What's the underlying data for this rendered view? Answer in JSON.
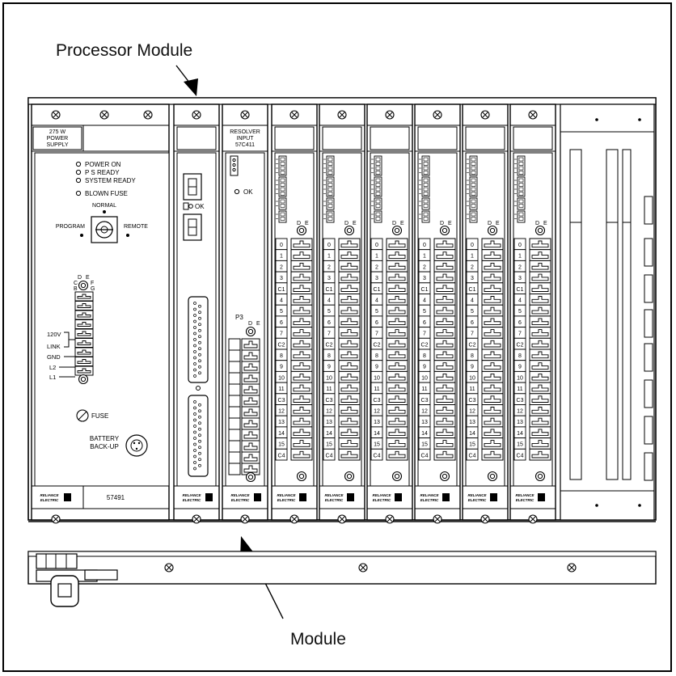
{
  "callouts": {
    "processor_module": "Processor Module",
    "module": "Module"
  },
  "power_supply": {
    "title_line1": "275 W",
    "title_line2": "POWER",
    "title_line3": "SUPPLY",
    "indicators": [
      "POWER ON",
      "P S READY",
      "SYSTEM READY",
      "BLOWN FUSE"
    ],
    "key_normal": "NORMAL",
    "key_program": "PROGRAM",
    "key_remote": "REMOTE",
    "terminal_top": {
      "d": "D",
      "e": "E",
      "c": "C",
      "f": "F",
      "b": "B",
      "g": "G"
    },
    "terminal_labels": [
      "120V",
      "LINK",
      "GND",
      "L2",
      "L1"
    ],
    "fuse": "FUSE",
    "battery_line1": "BATTERY",
    "battery_line2": "BACK-UP",
    "part_number": "57491"
  },
  "processor": {
    "ok": "OK"
  },
  "resolver": {
    "title_line1": "RESOLVER",
    "title_line2": "INPUT",
    "title_line3": "57C411",
    "ok": "OK",
    "connector": "P3",
    "d": "D",
    "e": "E"
  },
  "io_module": {
    "channels": [
      "0",
      "1",
      "2",
      "3",
      "C1",
      "4",
      "5",
      "6",
      "7",
      "C2",
      "8",
      "9",
      "10",
      "11",
      "C3",
      "12",
      "13",
      "14",
      "15",
      "C4"
    ],
    "d": "D",
    "e": "E"
  },
  "brand": {
    "line1": "RELIANCE",
    "line2": "ELECTRIC"
  }
}
